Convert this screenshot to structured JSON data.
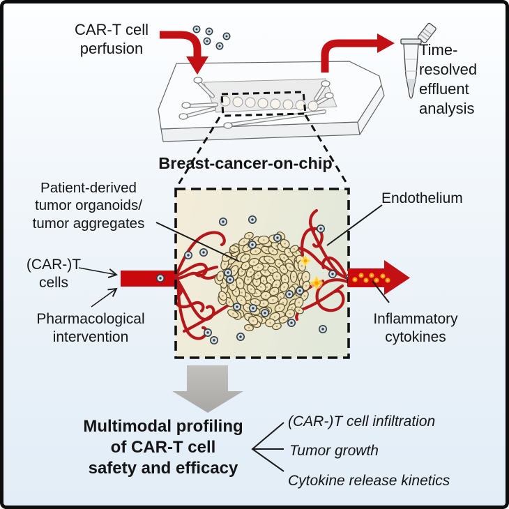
{
  "figure_title": "CAR-T cell breast-cancer-on-chip graphical abstract",
  "colors": {
    "arrow_red": "#c21014",
    "channel_red": "#c9090e",
    "vessel_red": "#b5181b",
    "tumor_cell_fill": "#efe4bd",
    "tumor_cell_stroke": "#5a4c2b",
    "tumor_base": "#e7dbae",
    "immune_cell_fill": "#d7dee3",
    "immune_cell_stroke": "#2f3e46",
    "cytokine_orange": "#ff9300",
    "cytokine_glow": "#ffe08a",
    "starburst_yellow": "#ffd83d",
    "gray_arrow": "#b4b2af",
    "box_gradient_left": "#f3ecd9",
    "box_gradient_right": "#e2e8da",
    "background_top": "#fdfeff",
    "background_bottom": "#e2edf7",
    "border_color": "#0d0d0d"
  },
  "top_section": {
    "perfusion_label": [
      "CAR-T cell",
      "perfusion"
    ],
    "effluent_label": [
      "Time-",
      "resolved",
      "effluent",
      "analysis"
    ]
  },
  "chip_section": {
    "title": "Breast-cancer-on-chip"
  },
  "diagram_labels": {
    "organoids": [
      "Patient-derived",
      "tumor organoids/",
      "tumor aggregates"
    ],
    "t_cells": [
      "(CAR-)T",
      "cells"
    ],
    "pharmacological": [
      "Pharmacological",
      "intervention"
    ],
    "endothelium": "Endothelium",
    "cytokines": [
      "Inflammatory",
      "cytokines"
    ]
  },
  "bottom_section": {
    "summary": [
      "Multimodal profiling",
      "of CAR-T cell",
      "safety and efficacy"
    ],
    "readouts": [
      "(CAR-)T cell infiltration",
      "Tumor growth",
      "Cytokine release kinetics"
    ]
  }
}
